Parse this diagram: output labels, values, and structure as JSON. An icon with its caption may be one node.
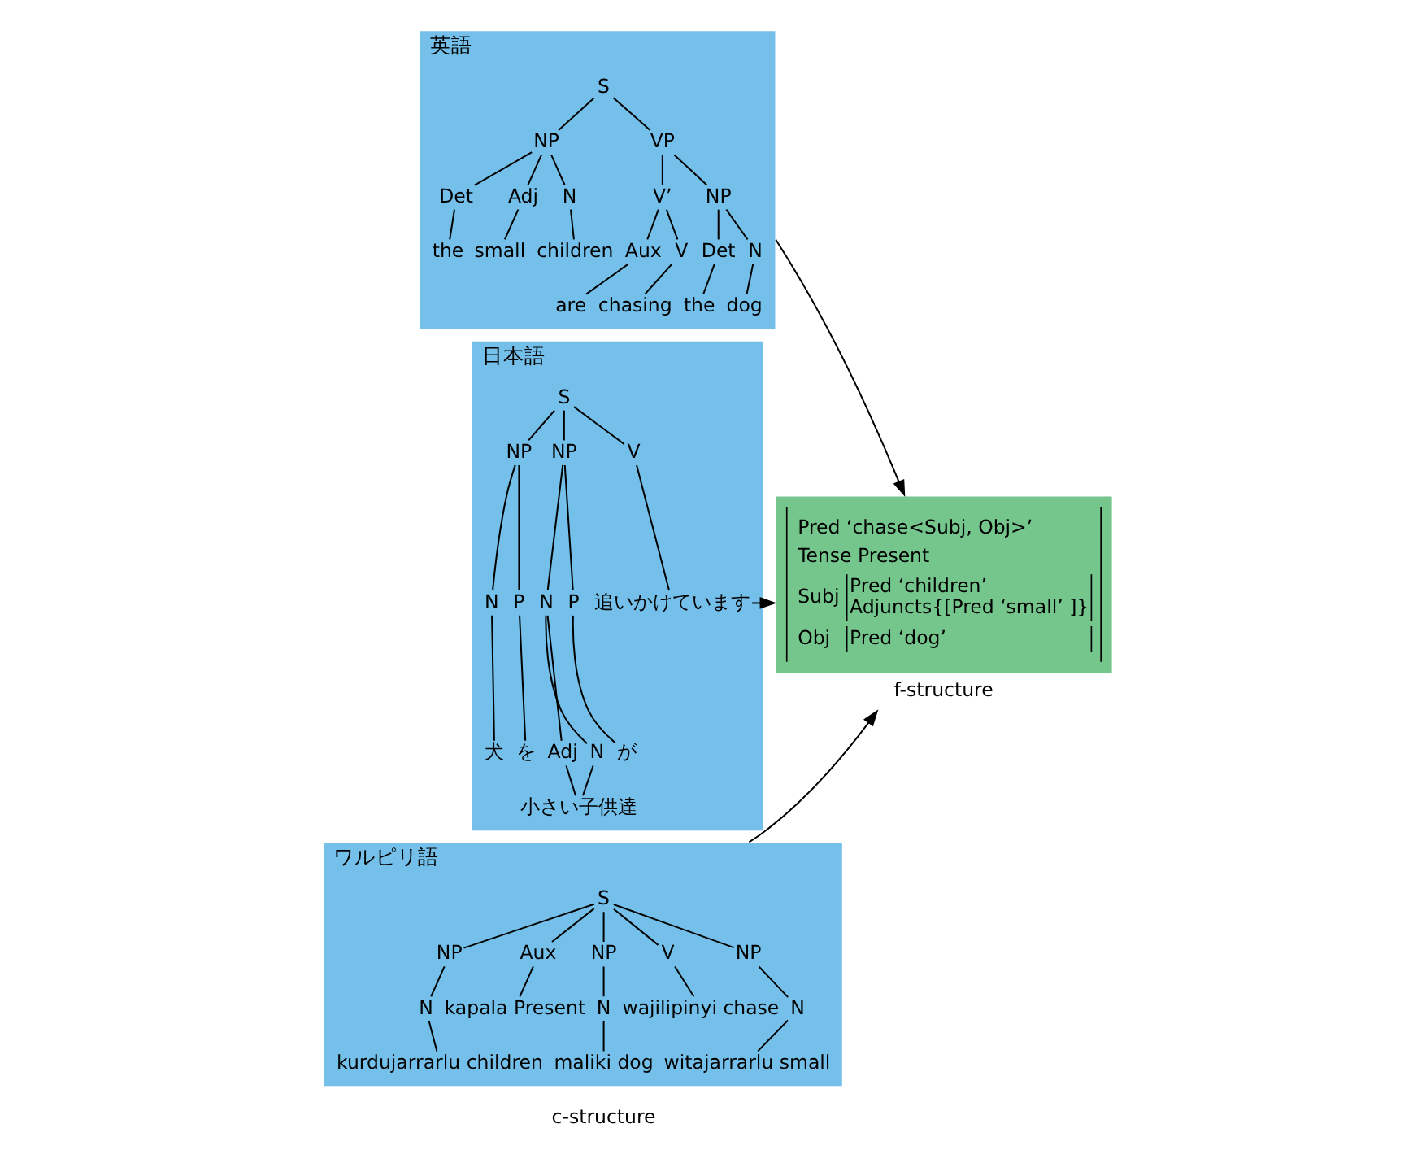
{
  "diagram": {
    "nodes": [
      {
        "text": [
          "英語"
        ]
      },
      {
        "text": [
          "S"
        ],
        "in": 0
      },
      {
        "text": [
          "NP"
        ],
        "in": 0
      },
      {
        "text": [
          "VP"
        ],
        "in": 0
      },
      {
        "text": [
          "Det"
        ],
        "in": 0
      },
      {
        "text": [
          "Adj"
        ],
        "in": 0
      },
      {
        "text": [
          "N"
        ],
        "in": 0
      },
      {
        "text": [
          "V’"
        ],
        "in": 0
      },
      {
        "text": [
          "NP"
        ],
        "in": 0
      },
      {
        "text": [
          "the"
        ],
        "in": 0
      },
      {
        "text": [
          "small"
        ],
        "in": 0
      },
      {
        "text": [
          "children"
        ],
        "in": 0
      },
      {
        "text": [
          "Aux"
        ],
        "in": 0
      },
      {
        "text": [
          "V"
        ],
        "in": 0
      },
      {
        "text": [
          "Det"
        ],
        "in": 0
      },
      {
        "text": [
          "N"
        ],
        "in": 0
      },
      {
        "text": [
          "are"
        ],
        "in": 0
      },
      {
        "text": [
          "chasing"
        ],
        "in": 0
      },
      {
        "text": [
          "the"
        ],
        "in": 0
      },
      {
        "text": [
          "dog"
        ],
        "in": 0
      },
      {
        "text": [
          "日本語"
        ]
      },
      {
        "text": [
          "S"
        ],
        "in": 20
      },
      {
        "text": [
          "NP"
        ],
        "in": 20
      },
      {
        "text": [
          "NP"
        ],
        "in": 20
      },
      {
        "text": [
          "V"
        ],
        "in": 20
      },
      {
        "text": [
          "N"
        ],
        "in": 20
      },
      {
        "text": [
          "P"
        ],
        "in": 20
      },
      {
        "text": [
          "N"
        ],
        "in": 20
      },
      {
        "text": [
          "P"
        ],
        "in": 20
      },
      {
        "text": [
          "追いかけています"
        ],
        "in": 20
      },
      {
        "text": [
          "犬"
        ],
        "in": 20
      },
      {
        "text": [
          "を"
        ],
        "in": 20
      },
      {
        "text": [
          "Adj"
        ],
        "in": 20
      },
      {
        "text": [
          "N"
        ],
        "in": 20
      },
      {
        "text": [
          "が"
        ],
        "in": 20
      },
      {
        "text": [
          "小さい子供達"
        ],
        "in": 20
      },
      {
        "text": [
          "ワルピリ語"
        ]
      },
      {
        "text": [
          "S"
        ],
        "in": 36
      },
      {
        "text": [
          "NP"
        ],
        "in": 36
      },
      {
        "text": [
          "Aux"
        ],
        "in": 36
      },
      {
        "text": [
          "NP"
        ],
        "in": 36
      },
      {
        "text": [
          "V"
        ],
        "in": 36
      },
      {
        "text": [
          "NP"
        ],
        "in": 36
      },
      {
        "text": [
          "N"
        ],
        "in": 36
      },
      {
        "text": [
          "kapala Present"
        ],
        "in": 36
      },
      {
        "text": [
          "N"
        ],
        "in": 36
      },
      {
        "text": [
          "wajilipinyi chase"
        ],
        "in": 36
      },
      {
        "text": [
          "N"
        ],
        "in": 36
      },
      {
        "text": [
          "kurdujarrarlu children"
        ],
        "in": 36
      },
      {
        "text": [
          "maliki dog"
        ],
        "in": 36
      },
      {
        "text": [
          "witajarrarlu small"
        ],
        "in": 36
      },
      {
        "text": [
          "Pred ‘chase<Subj, Obj>’",
          "Tense Present",
          "Subj",
          "Pred ‘children’",
          "Adjuncts{[Pred ‘small’ ]}",
          "Obj",
          "Pred ‘dog’"
        ],
        "beside": [
          "f-structure"
        ]
      }
    ],
    "edges": [
      {
        "from": 1,
        "to": 2,
        "arrow": "none"
      },
      {
        "from": 1,
        "to": 3,
        "arrow": "none"
      },
      {
        "from": 2,
        "to": 4,
        "arrow": "none"
      },
      {
        "from": 2,
        "to": 5,
        "arrow": "none"
      },
      {
        "from": 2,
        "to": 6,
        "arrow": "none"
      },
      {
        "from": 3,
        "to": 7,
        "arrow": "none"
      },
      {
        "from": 3,
        "to": 8,
        "arrow": "none"
      },
      {
        "from": 4,
        "to": 9,
        "arrow": "none"
      },
      {
        "from": 5,
        "to": 10,
        "arrow": "none"
      },
      {
        "from": 6,
        "to": 11,
        "arrow": "none"
      },
      {
        "from": 7,
        "to": 12,
        "arrow": "none"
      },
      {
        "from": 7,
        "to": 13,
        "arrow": "none"
      },
      {
        "from": 8,
        "to": 14,
        "arrow": "none"
      },
      {
        "from": 8,
        "to": 15,
        "arrow": "none"
      },
      {
        "from": 12,
        "to": 16,
        "arrow": "none"
      },
      {
        "from": 13,
        "to": 17,
        "arrow": "none"
      },
      {
        "from": 14,
        "to": 18,
        "arrow": "none"
      },
      {
        "from": 15,
        "to": 19,
        "arrow": "none"
      },
      {
        "from": 21,
        "to": 22,
        "arrow": "none"
      },
      {
        "from": 21,
        "to": 23,
        "arrow": "none"
      },
      {
        "from": 21,
        "to": 24,
        "arrow": "none"
      },
      {
        "from": 22,
        "to": 25,
        "arrow": "none"
      },
      {
        "from": 22,
        "to": 26,
        "arrow": "none"
      },
      {
        "from": 23,
        "to": 27,
        "arrow": "none"
      },
      {
        "from": 23,
        "to": 28,
        "arrow": "none"
      },
      {
        "from": 24,
        "to": 29,
        "arrow": "none"
      },
      {
        "from": 25,
        "to": 30,
        "arrow": "none"
      },
      {
        "from": 26,
        "to": 31,
        "arrow": "none"
      },
      {
        "from": 27,
        "to": 32,
        "arrow": "none"
      },
      {
        "from": 27,
        "to": 33,
        "arrow": "none"
      },
      {
        "from": 28,
        "to": 34,
        "arrow": "none"
      },
      {
        "from": 32,
        "to": 35,
        "arrow": "none"
      },
      {
        "from": 33,
        "to": 35,
        "arrow": "none"
      },
      {
        "from": 37,
        "to": 38,
        "arrow": "none"
      },
      {
        "from": 37,
        "to": 39,
        "arrow": "none"
      },
      {
        "from": 37,
        "to": 40,
        "arrow": "none"
      },
      {
        "from": 37,
        "to": 41,
        "arrow": "none"
      },
      {
        "from": 37,
        "to": 42,
        "arrow": "none"
      },
      {
        "from": 38,
        "to": 43,
        "arrow": "none"
      },
      {
        "from": 39,
        "to": 44,
        "arrow": "none"
      },
      {
        "from": 40,
        "to": 45,
        "arrow": "none"
      },
      {
        "from": 41,
        "to": 46,
        "arrow": "none"
      },
      {
        "from": 42,
        "to": 47,
        "arrow": "none"
      },
      {
        "from": 43,
        "to": 48,
        "arrow": "none"
      },
      {
        "from": 45,
        "to": 49,
        "arrow": "none"
      },
      {
        "from": 47,
        "to": 50,
        "arrow": "none"
      },
      {
        "from": 0,
        "to": 51,
        "arrow": "to"
      },
      {
        "from": 29,
        "to": 51,
        "arrow": "to"
      },
      {
        "from": 36,
        "to": 51,
        "arrow": "to"
      }
    ],
    "labels": [
      "c-structure"
    ]
  }
}
